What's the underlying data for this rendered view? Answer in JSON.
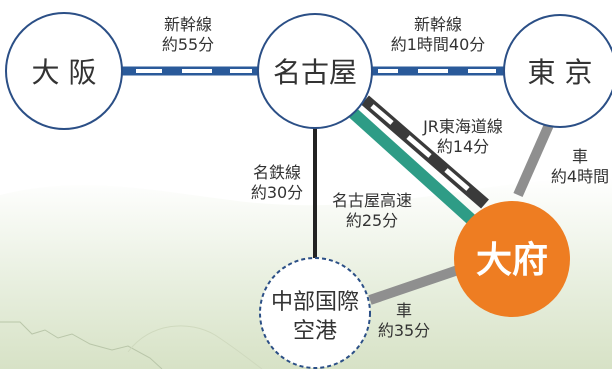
{
  "stations": {
    "osaka": "大 阪",
    "nagoya": "名古屋",
    "tokyo": "東 京",
    "obu": "大府",
    "airport_line1": "中部国際",
    "airport_line2": "空港"
  },
  "routes": {
    "osaka_nagoya": {
      "line": "新幹線",
      "time": "約55分"
    },
    "nagoya_tokyo": {
      "line": "新幹線",
      "time": "約1時間40分"
    },
    "nagoya_obu_jr": {
      "line": "JR東海道線",
      "time": "約14分"
    },
    "nagoya_airport": {
      "line": "名鉄線",
      "time": "約30分"
    },
    "nagoya_obu_expressway": {
      "line": "名古屋高速",
      "time": "約25分"
    },
    "tokyo_obu": {
      "line": "車",
      "time": "約4時間"
    },
    "airport_obu": {
      "line": "車",
      "time": "約35分"
    }
  },
  "colors": {
    "shinkansen": "#2a5a9a",
    "jr_line": "#3a3a3a",
    "expressway": "#2e9c86",
    "car_road": "#8f8f8f",
    "meitetsu": "#222222",
    "obu_fill": "#ee7d22",
    "station_border": "#2b4f86",
    "text": "#333333"
  }
}
